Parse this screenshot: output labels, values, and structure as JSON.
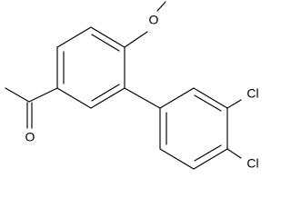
{
  "labels": {
    "methoxy_o": "O",
    "carbonyl_o": "O",
    "chlorine_3": "Cl",
    "chlorine_4": "Cl"
  },
  "colors": {
    "bond": "#000000",
    "text": "#000000",
    "background": "#ffffff"
  }
}
